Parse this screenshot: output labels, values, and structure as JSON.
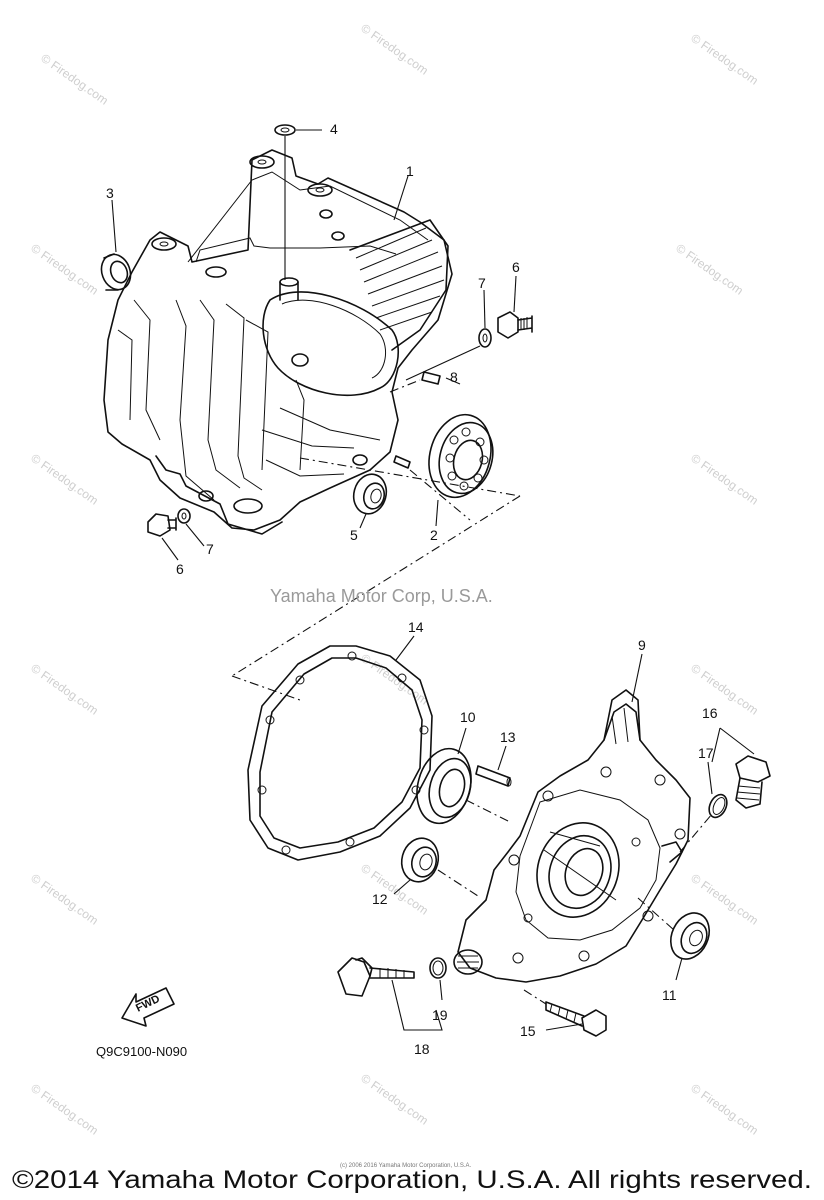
{
  "diagram": {
    "callouts": [
      {
        "id": "1",
        "label": "1"
      },
      {
        "id": "2",
        "label": "2"
      },
      {
        "id": "3",
        "label": "3"
      },
      {
        "id": "4",
        "label": "4"
      },
      {
        "id": "5",
        "label": "5"
      },
      {
        "id": "6a",
        "label": "6"
      },
      {
        "id": "6b",
        "label": "6"
      },
      {
        "id": "7a",
        "label": "7"
      },
      {
        "id": "7b",
        "label": "7"
      },
      {
        "id": "8",
        "label": "8"
      },
      {
        "id": "9",
        "label": "9"
      },
      {
        "id": "10",
        "label": "10"
      },
      {
        "id": "11",
        "label": "11"
      },
      {
        "id": "12",
        "label": "12"
      },
      {
        "id": "13",
        "label": "13"
      },
      {
        "id": "14",
        "label": "14"
      },
      {
        "id": "15",
        "label": "15"
      },
      {
        "id": "16",
        "label": "16"
      },
      {
        "id": "17",
        "label": "17"
      },
      {
        "id": "18",
        "label": "18"
      },
      {
        "id": "19",
        "label": "19"
      }
    ],
    "watermark_center": "Yamaha Motor Corp, U.S.A.",
    "watermark_repeat": "© Firedog.com",
    "fwd_label": "FWD",
    "diagram_code": "Q9C9100-N090",
    "footer_small": "(c) 2006 2016 Yamaha Motor Corporation, U.S.A.",
    "copyright": "©2014 Yamaha Motor Corporation, U.S.A. All rights reserved."
  }
}
